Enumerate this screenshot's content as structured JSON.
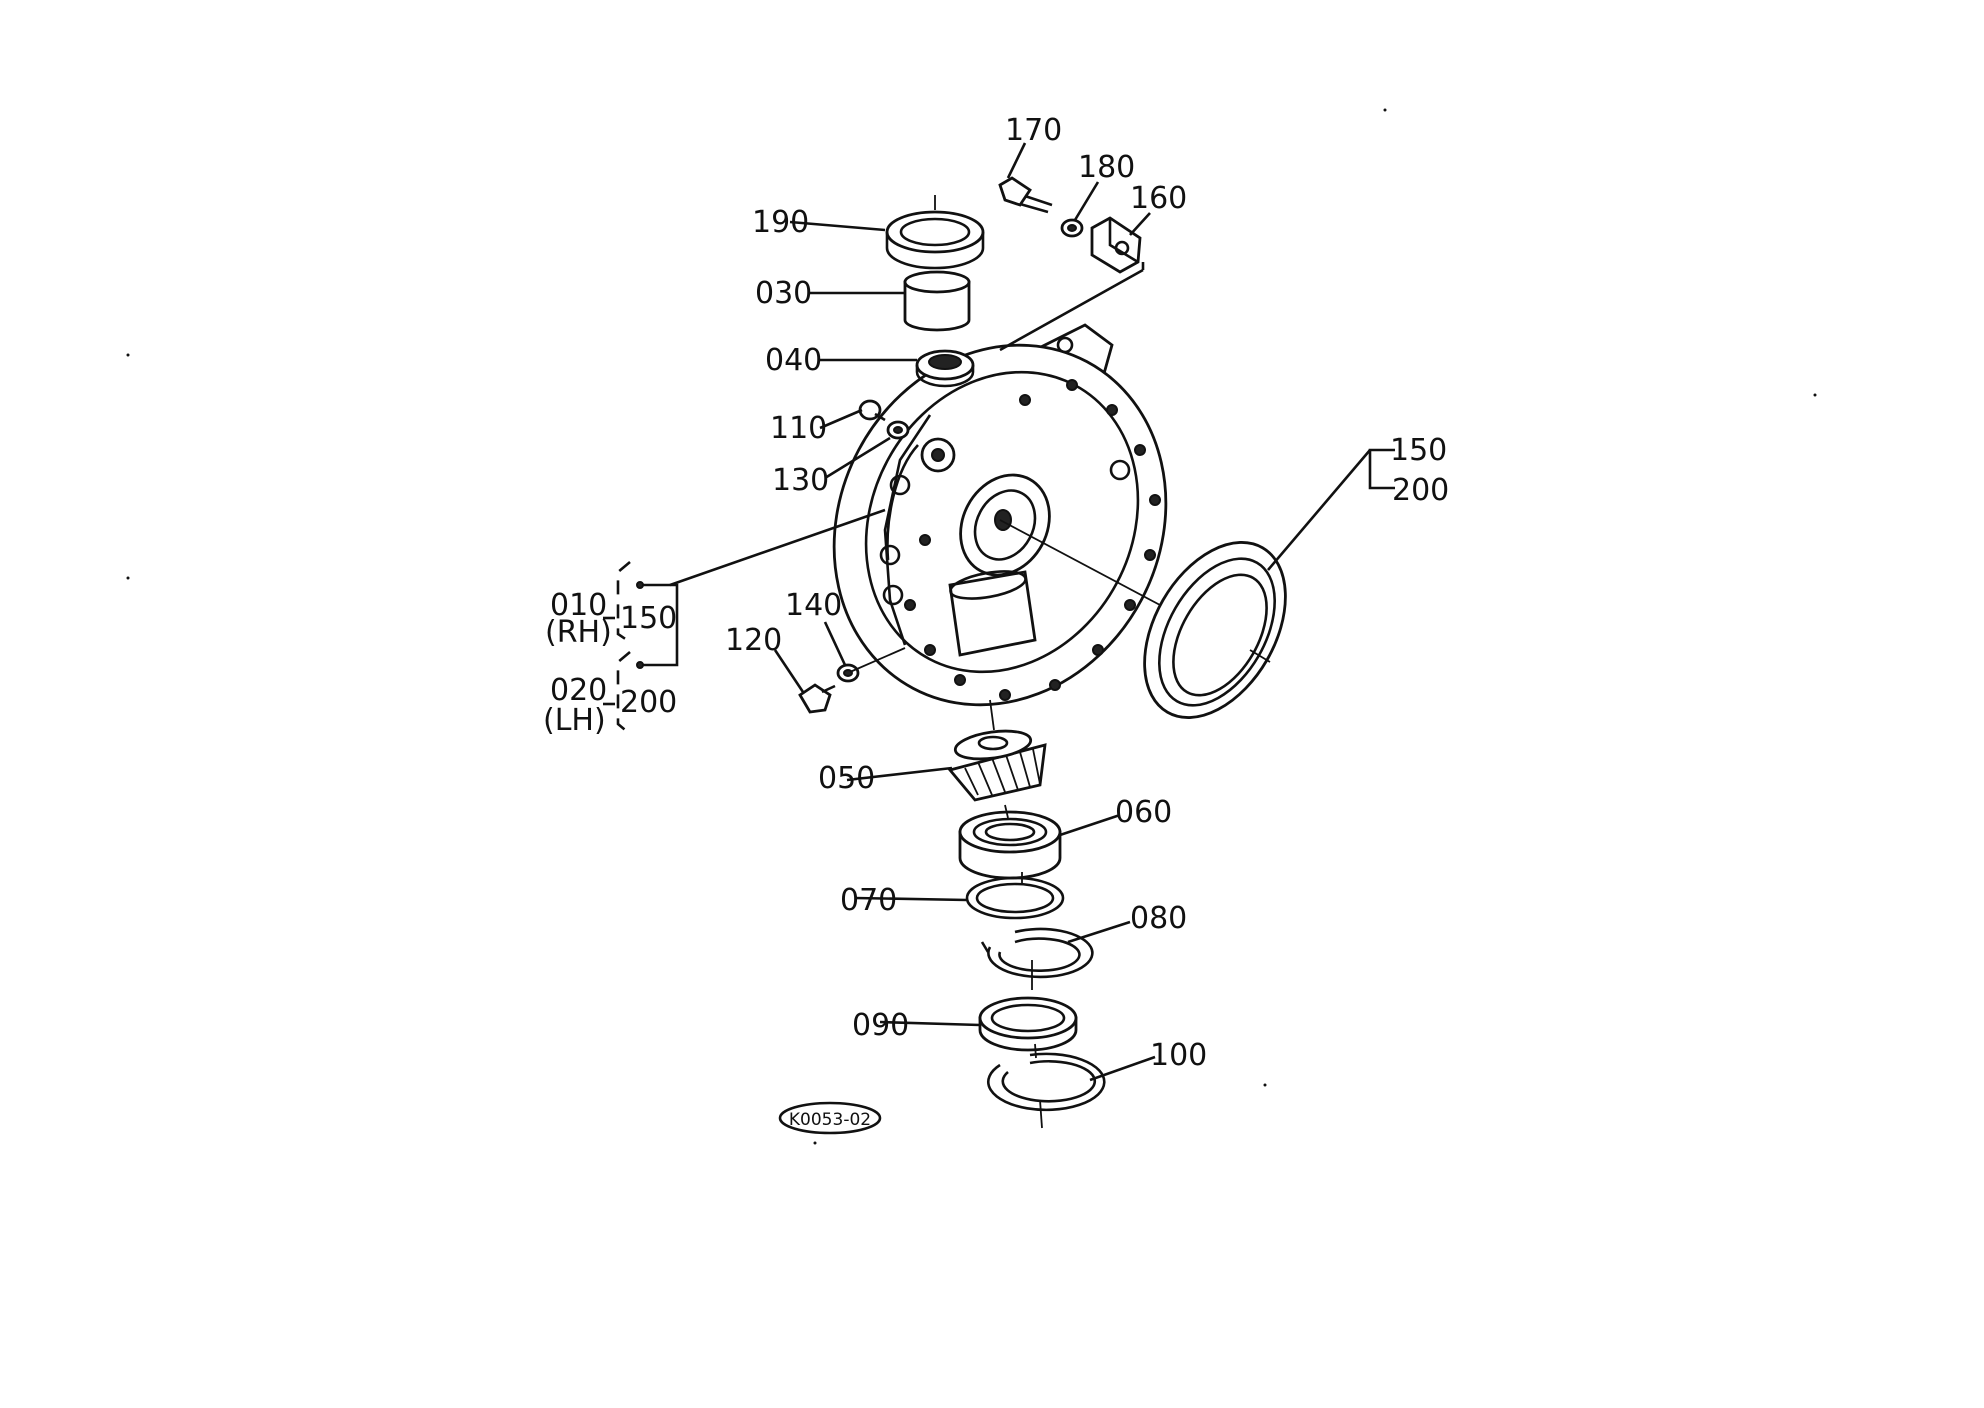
{
  "diagram": {
    "drawing_code": "K0053-02",
    "callouts": {
      "p170": "170",
      "p180": "180",
      "p160": "160",
      "p190": "190",
      "p030": "030",
      "p040": "040",
      "p110": "110",
      "p130": "130",
      "p150_top": "150",
      "p200_top": "200",
      "p010": "010",
      "rh": "(RH)",
      "p150_left": "150",
      "p020": "020",
      "lh": "(LH)",
      "p200_left": "200",
      "p120": "120",
      "p140": "140",
      "p050": "050",
      "p060": "060",
      "p070": "070",
      "p080": "080",
      "p090": "090",
      "p100": "100"
    }
  }
}
